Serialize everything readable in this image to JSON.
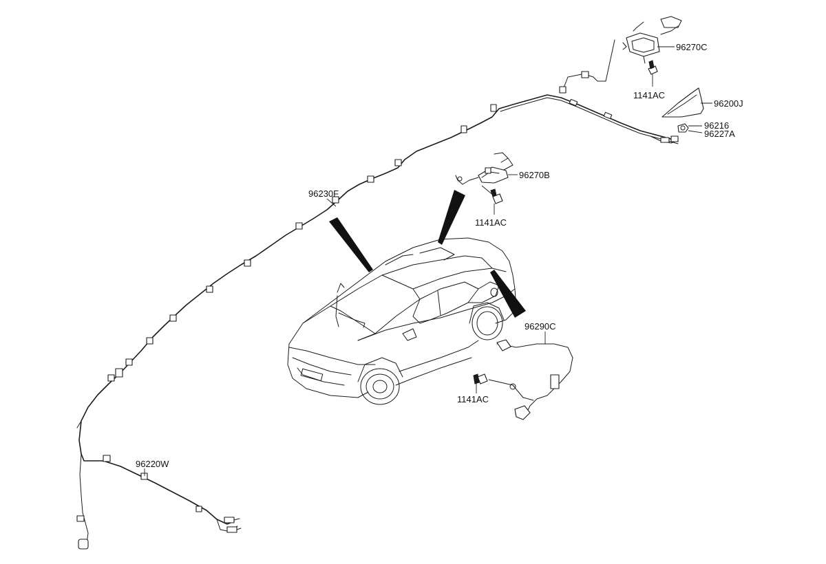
{
  "callouts": {
    "p96270C": "96270C",
    "p1141AC_top": "1141AC",
    "p96200J": "96200J",
    "p96216": "96216",
    "p96227A": "96227A",
    "p96270B": "96270B",
    "p1141AC_mid": "1141AC",
    "p96230F": "96230F",
    "p96290C": "96290C",
    "p1141AC_low": "1141AC",
    "p96220W": "96220W"
  }
}
